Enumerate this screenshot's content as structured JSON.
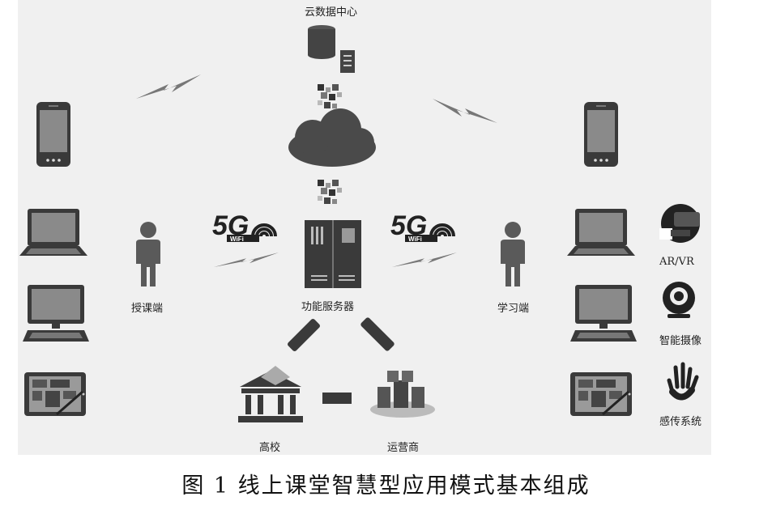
{
  "diagram": {
    "cloud_data_center": "云数据中心",
    "teaching_end": "授课端",
    "function_server": "功能服务器",
    "learning_end": "学习端",
    "ar_vr": "AR/VR",
    "smart_camera": "智能摄像",
    "sensing_system": "感传系统",
    "university": "高校",
    "operator": "运营商",
    "network_5g": "5G",
    "wifi": "WiFi"
  },
  "caption": "图 1  线上课堂智慧型应用模式基本组成",
  "colors": {
    "icon": "#3a3a3a",
    "screen": "#8a8a8a",
    "panel": "#f0f0f0"
  },
  "icons": [
    "smartphone-icon",
    "laptop-icon",
    "desktop-icon",
    "tablet-icon",
    "person-icon",
    "server-icon",
    "cloud-icon",
    "database-icon",
    "vr-headset-icon",
    "webcam-icon",
    "hand-sensor-icon",
    "university-icon",
    "datacenter-icon",
    "lightning-icon"
  ]
}
